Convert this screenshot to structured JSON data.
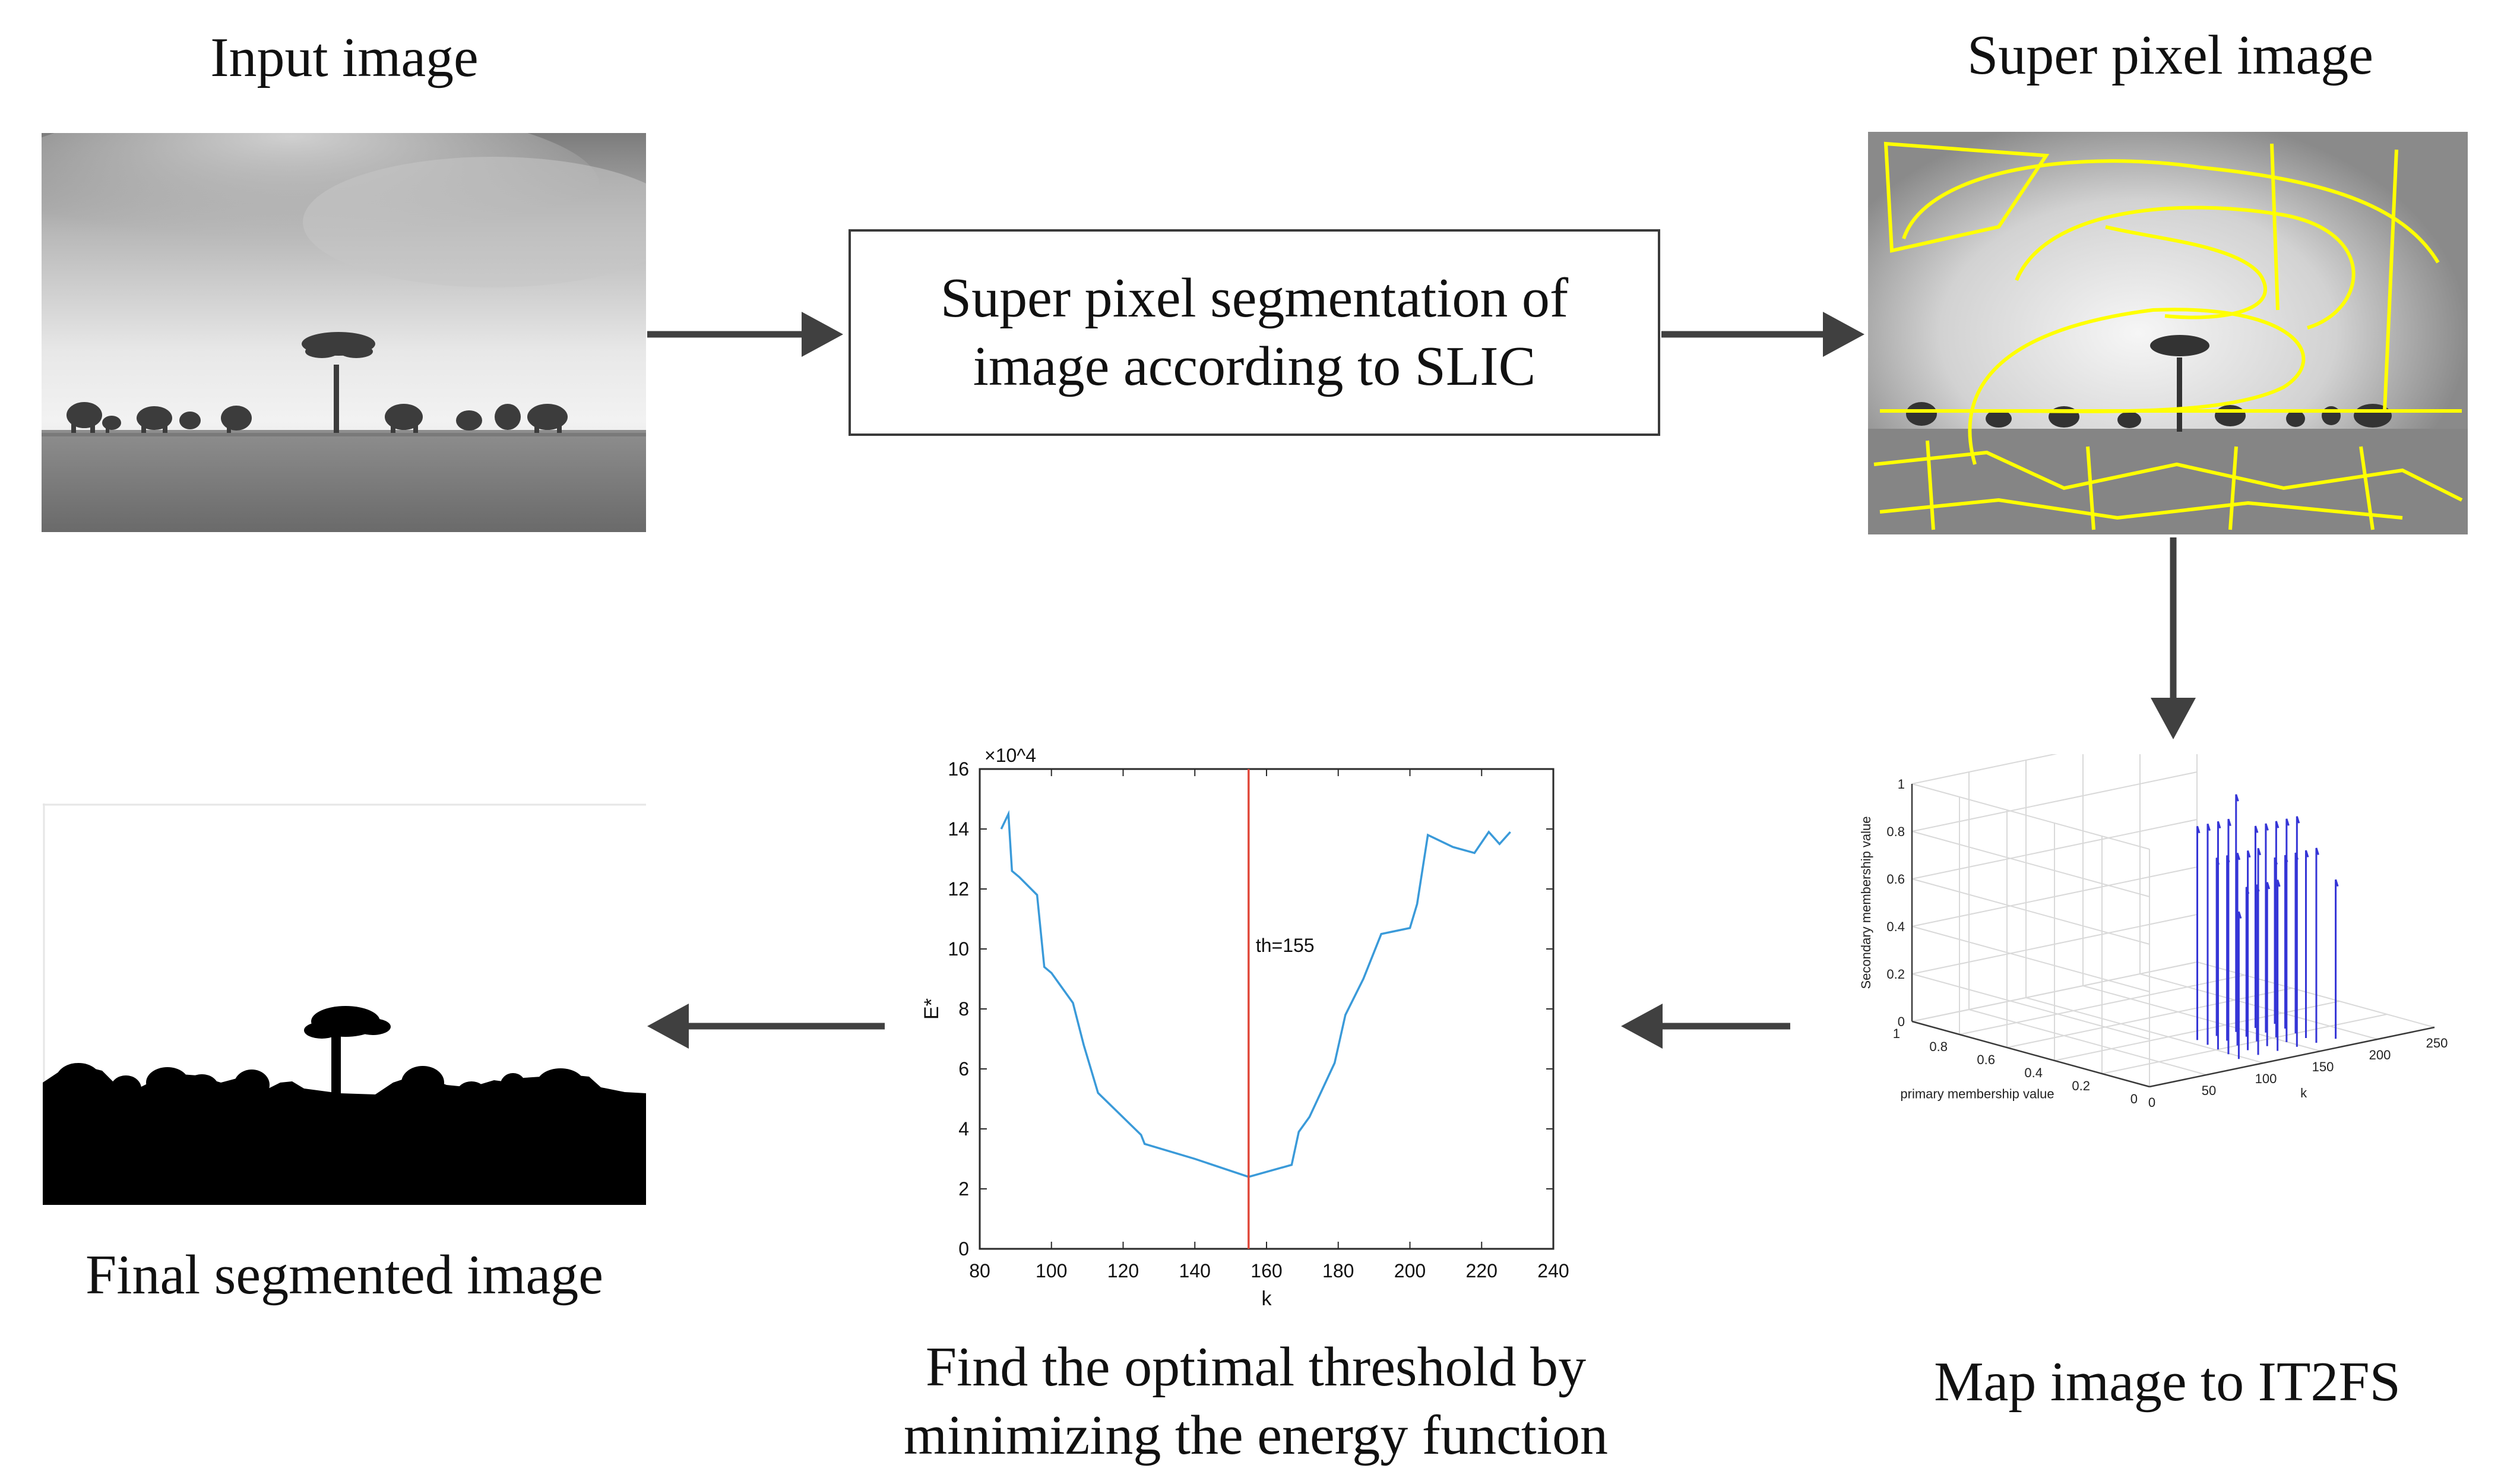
{
  "labels": {
    "input_image": "Input image",
    "super_pixel_image": "Super pixel image",
    "process_step": "Super pixel segmentation of image according to SLIC",
    "process_line1": "Super pixel segmentation of",
    "process_line2": "image according to SLIC",
    "final_image": "Final segmented image",
    "threshold_line1": "Find the optimal threshold by",
    "threshold_line2": "minimizing the energy function",
    "map_it2fs": "Map image to IT2FS"
  },
  "colors": {
    "arrow": "#404040",
    "superpixel_boundary": "#ffff00",
    "energy_curve": "#3a9ad9",
    "threshold_line": "#e0483a",
    "membership_lines": "#3535d6"
  },
  "chart_data": [
    {
      "type": "line",
      "title": "",
      "xlabel": "k",
      "ylabel": "E*",
      "y_multiplier": "×10^4",
      "xlim": [
        80,
        240
      ],
      "ylim": [
        0,
        16
      ],
      "xticks": [
        80,
        100,
        120,
        140,
        160,
        180,
        200,
        220,
        240
      ],
      "yticks": [
        0,
        2,
        4,
        6,
        8,
        10,
        12,
        14,
        16
      ],
      "series": [
        {
          "x": [
            86,
            88,
            89,
            91,
            96,
            98,
            100,
            106,
            109,
            113,
            119,
            125,
            126,
            140,
            155,
            167,
            169,
            172,
            179,
            182,
            187,
            192,
            200,
            202,
            205,
            212,
            218,
            222,
            225,
            228
          ],
          "y": [
            14.0,
            14.5,
            12.6,
            12.4,
            11.8,
            9.4,
            9.2,
            8.2,
            6.8,
            5.2,
            4.5,
            3.8,
            3.5,
            3.0,
            2.4,
            2.8,
            3.9,
            4.4,
            6.2,
            7.8,
            9.0,
            10.5,
            10.7,
            11.5,
            13.8,
            13.4,
            13.2,
            13.9,
            13.5,
            13.9
          ]
        }
      ],
      "annotations": [
        {
          "text": "th=155",
          "x": 155
        }
      ]
    },
    {
      "type": "3d-line",
      "title": "",
      "xlabel": "k",
      "ylabel": "primary membership value",
      "zlabel": "Secondary membership value",
      "xlim": [
        0,
        250
      ],
      "ylim": [
        0,
        1
      ],
      "zlim": [
        0,
        1
      ],
      "xticks": [
        0,
        50,
        100,
        150,
        200,
        250
      ],
      "yticks": [
        0,
        0.2,
        0.4,
        0.6,
        0.8,
        1
      ],
      "zticks": [
        0,
        0.2,
        0.4,
        0.6,
        0.8,
        1
      ]
    }
  ]
}
